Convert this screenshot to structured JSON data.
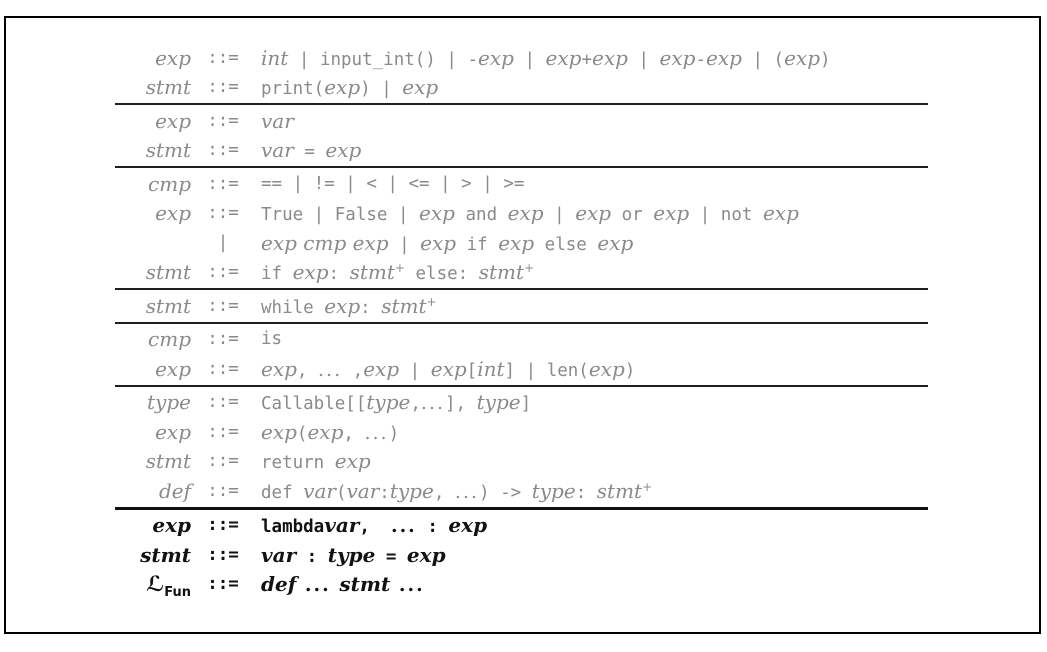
{
  "figure": {
    "kind": "bnf-grammar-table",
    "colors": {
      "text_gray": "#8a8a8e",
      "text_black": "#121212",
      "rule_color": "#1f1f1f",
      "frame_color": "#000000",
      "background": "#ffffff"
    },
    "groups": [
      {
        "separator_after": true,
        "thick_separator": false,
        "rows": [
          {
            "lhs": [
              {
                "t": "exp",
                "s": "n"
              }
            ],
            "op": "::=",
            "bold": false,
            "rhs": [
              {
                "t": "int",
                "s": "n"
              },
              {
                "t": " | ",
                "s": "k"
              },
              {
                "t": "input_int()",
                "s": "k"
              },
              {
                "t": " | ",
                "s": "k"
              },
              {
                "t": "-",
                "s": "k"
              },
              {
                "t": "exp",
                "s": "n"
              },
              {
                "t": " | ",
                "s": "k"
              },
              {
                "t": "exp",
                "s": "n"
              },
              {
                "t": "+",
                "s": "k"
              },
              {
                "t": "exp",
                "s": "n"
              },
              {
                "t": " | ",
                "s": "k"
              },
              {
                "t": "exp",
                "s": "n"
              },
              {
                "t": "-",
                "s": "k"
              },
              {
                "t": "exp",
                "s": "n"
              },
              {
                "t": " | ",
                "s": "k"
              },
              {
                "t": "(",
                "s": "k"
              },
              {
                "t": "exp",
                "s": "n"
              },
              {
                "t": ")",
                "s": "k"
              }
            ]
          },
          {
            "lhs": [
              {
                "t": "stmt",
                "s": "n"
              }
            ],
            "op": "::=",
            "bold": false,
            "rhs": [
              {
                "t": "print(",
                "s": "k"
              },
              {
                "t": "exp",
                "s": "n"
              },
              {
                "t": ")",
                "s": "k"
              },
              {
                "t": " | ",
                "s": "k"
              },
              {
                "t": "exp",
                "s": "n"
              }
            ]
          }
        ]
      },
      {
        "separator_after": true,
        "thick_separator": false,
        "rows": [
          {
            "lhs": [
              {
                "t": "exp",
                "s": "n"
              }
            ],
            "op": "::=",
            "bold": false,
            "rhs": [
              {
                "t": "var",
                "s": "n"
              }
            ]
          },
          {
            "lhs": [
              {
                "t": "stmt",
                "s": "n"
              }
            ],
            "op": "::=",
            "bold": false,
            "rhs": [
              {
                "t": "var",
                "s": "n"
              },
              {
                "t": " = ",
                "s": "k"
              },
              {
                "t": "exp",
                "s": "n"
              }
            ]
          }
        ]
      },
      {
        "separator_after": true,
        "thick_separator": false,
        "rows": [
          {
            "lhs": [
              {
                "t": "cmp",
                "s": "n"
              }
            ],
            "op": "::=",
            "bold": false,
            "rhs": [
              {
                "t": "== | != | < | <= | > | >=",
                "s": "k"
              }
            ]
          },
          {
            "lhs": [
              {
                "t": "exp",
                "s": "n"
              }
            ],
            "op": "::=",
            "bold": false,
            "rhs": [
              {
                "t": "True | False | ",
                "s": "k"
              },
              {
                "t": "exp",
                "s": "n"
              },
              {
                "t": " and ",
                "s": "k"
              },
              {
                "t": "exp",
                "s": "n"
              },
              {
                "t": " | ",
                "s": "k"
              },
              {
                "t": "exp",
                "s": "n"
              },
              {
                "t": " or ",
                "s": "k"
              },
              {
                "t": "exp",
                "s": "n"
              },
              {
                "t": " | not ",
                "s": "k"
              },
              {
                "t": "exp",
                "s": "n"
              }
            ]
          },
          {
            "lhs": [],
            "op": "|",
            "bold": false,
            "rhs": [
              {
                "t": "exp cmp exp",
                "s": "n"
              },
              {
                "t": " | ",
                "s": "k"
              },
              {
                "t": "exp",
                "s": "n"
              },
              {
                "t": " if ",
                "s": "k"
              },
              {
                "t": "exp",
                "s": "n"
              },
              {
                "t": " else ",
                "s": "k"
              },
              {
                "t": "exp",
                "s": "n"
              }
            ]
          },
          {
            "lhs": [
              {
                "t": "stmt",
                "s": "n"
              }
            ],
            "op": "::=",
            "bold": false,
            "rhs": [
              {
                "t": "if ",
                "s": "k"
              },
              {
                "t": "exp",
                "s": "n"
              },
              {
                "t": ": ",
                "s": "k"
              },
              {
                "t": "stmt",
                "s": "n"
              },
              {
                "t": "+",
                "s": "p"
              },
              {
                "t": " else: ",
                "s": "k"
              },
              {
                "t": "stmt",
                "s": "n"
              },
              {
                "t": "+",
                "s": "p"
              }
            ]
          }
        ]
      },
      {
        "separator_after": true,
        "thick_separator": false,
        "rows": [
          {
            "lhs": [
              {
                "t": "stmt",
                "s": "n"
              }
            ],
            "op": "::=",
            "bold": false,
            "rhs": [
              {
                "t": "while ",
                "s": "k"
              },
              {
                "t": "exp",
                "s": "n"
              },
              {
                "t": ": ",
                "s": "k"
              },
              {
                "t": "stmt",
                "s": "n"
              },
              {
                "t": "+",
                "s": "p"
              }
            ]
          }
        ]
      },
      {
        "separator_after": true,
        "thick_separator": false,
        "rows": [
          {
            "lhs": [
              {
                "t": "cmp",
                "s": "n"
              }
            ],
            "op": "::=",
            "bold": false,
            "rhs": [
              {
                "t": "is",
                "s": "k"
              }
            ]
          },
          {
            "lhs": [
              {
                "t": "exp",
                "s": "n"
              }
            ],
            "op": "::=",
            "bold": false,
            "rhs": [
              {
                "t": "exp",
                "s": "n"
              },
              {
                "t": ", ",
                "s": "k"
              },
              {
                "t": "...",
                "s": "d"
              },
              {
                "t": " ,",
                "s": "k"
              },
              {
                "t": "exp",
                "s": "n"
              },
              {
                "t": " | ",
                "s": "k"
              },
              {
                "t": "exp",
                "s": "n"
              },
              {
                "t": "[",
                "s": "k"
              },
              {
                "t": "int",
                "s": "n"
              },
              {
                "t": "]",
                "s": "k"
              },
              {
                "t": " | ",
                "s": "k"
              },
              {
                "t": "len(",
                "s": "k"
              },
              {
                "t": "exp",
                "s": "n"
              },
              {
                "t": ")",
                "s": "k"
              }
            ]
          }
        ]
      },
      {
        "separator_after": true,
        "thick_separator": true,
        "rows": [
          {
            "lhs": [
              {
                "t": "type",
                "s": "n"
              }
            ],
            "op": "::=",
            "bold": false,
            "rhs": [
              {
                "t": "Callable[[",
                "s": "k"
              },
              {
                "t": "type",
                "s": "n"
              },
              {
                "t": ",",
                "s": "k"
              },
              {
                "t": "...",
                "s": "d"
              },
              {
                "t": "], ",
                "s": "k"
              },
              {
                "t": "type",
                "s": "n"
              },
              {
                "t": "]",
                "s": "k"
              }
            ]
          },
          {
            "lhs": [
              {
                "t": "exp",
                "s": "n"
              }
            ],
            "op": "::=",
            "bold": false,
            "rhs": [
              {
                "t": "exp",
                "s": "n"
              },
              {
                "t": "(",
                "s": "k"
              },
              {
                "t": "exp",
                "s": "n"
              },
              {
                "t": ", ",
                "s": "k"
              },
              {
                "t": "...",
                "s": "d"
              },
              {
                "t": ")",
                "s": "k"
              }
            ]
          },
          {
            "lhs": [
              {
                "t": "stmt",
                "s": "n"
              }
            ],
            "op": "::=",
            "bold": false,
            "rhs": [
              {
                "t": "return ",
                "s": "k"
              },
              {
                "t": "exp",
                "s": "n"
              }
            ]
          },
          {
            "lhs": [
              {
                "t": "def",
                "s": "n"
              }
            ],
            "op": "::=",
            "bold": false,
            "rhs": [
              {
                "t": "def ",
                "s": "k"
              },
              {
                "t": "var",
                "s": "n"
              },
              {
                "t": "(",
                "s": "k"
              },
              {
                "t": "var",
                "s": "n"
              },
              {
                "t": ":",
                "s": "k"
              },
              {
                "t": "type",
                "s": "n"
              },
              {
                "t": ", ",
                "s": "k"
              },
              {
                "t": "...",
                "s": "d"
              },
              {
                "t": ") -> ",
                "s": "k"
              },
              {
                "t": "type",
                "s": "n"
              },
              {
                "t": ": ",
                "s": "k"
              },
              {
                "t": "stmt",
                "s": "n"
              },
              {
                "t": "+",
                "s": "p"
              }
            ]
          }
        ]
      },
      {
        "separator_after": false,
        "thick_separator": false,
        "rows": [
          {
            "lhs": [
              {
                "t": "exp",
                "s": "n"
              }
            ],
            "op": "::=",
            "bold": true,
            "rhs": [
              {
                "t": "lambda",
                "s": "k"
              },
              {
                "t": "var",
                "s": "n"
              },
              {
                "t": ",  ",
                "s": "k"
              },
              {
                "t": "...",
                "s": "d"
              },
              {
                "t": " : ",
                "s": "k"
              },
              {
                "t": "exp",
                "s": "n"
              }
            ]
          },
          {
            "lhs": [
              {
                "t": "stmt",
                "s": "n"
              }
            ],
            "op": "::=",
            "bold": true,
            "rhs": [
              {
                "t": "var",
                "s": "n"
              },
              {
                "t": " : ",
                "s": "k"
              },
              {
                "t": "type",
                "s": "n"
              },
              {
                "t": " = ",
                "s": "k"
              },
              {
                "t": "exp",
                "s": "n"
              }
            ]
          },
          {
            "lhs": [
              {
                "t": "ℒ",
                "s": "script"
              },
              {
                "t": "Fun",
                "s": "sub"
              }
            ],
            "op": "::=",
            "bold": true,
            "rhs": [
              {
                "t": "def",
                "s": "n"
              },
              {
                "t": " ... ",
                "s": "d"
              },
              {
                "t": "stmt",
                "s": "n"
              },
              {
                "t": " ...",
                "s": "d"
              }
            ]
          }
        ]
      }
    ]
  }
}
